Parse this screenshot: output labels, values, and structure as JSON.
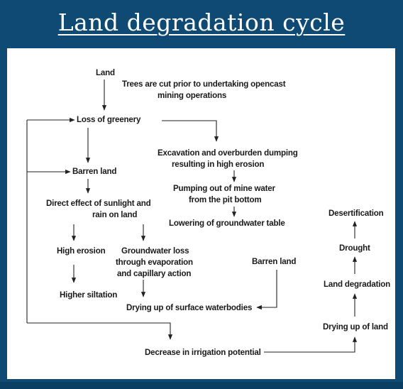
{
  "title": "Land degradation cycle",
  "diagram": {
    "land": "Land",
    "trees_cut_1": "Trees are cut prior to undertaking opencast",
    "trees_cut_2": "mining operations",
    "loss_of_greenery": "Loss of greenery",
    "excavation_1": "Excavation and overburden dumping",
    "excavation_2": "resulting in high erosion",
    "barren_land_left": "Barren land",
    "pumping_1": "Pumping out of mine water",
    "pumping_2": "from the pit bottom",
    "direct_effect_1": "Direct effect of sunlight and",
    "direct_effect_2": "rain on land",
    "lowering_groundwater": "Lowering of groundwater table",
    "desertification": "Desertification",
    "high_erosion": "High erosion",
    "groundwater_loss_1": "Groundwater loss",
    "groundwater_loss_2": "through evaporation",
    "groundwater_loss_3": "and capillary action",
    "barren_land_right": "Barren land",
    "drought": "Drought",
    "higher_siltation": "Higher siltation",
    "land_degradation": "Land degradation",
    "drying_surface": "Drying up of surface waterbodies",
    "drying_land": "Drying up of land",
    "decrease_irrigation": "Decrease in irrigation potential"
  }
}
